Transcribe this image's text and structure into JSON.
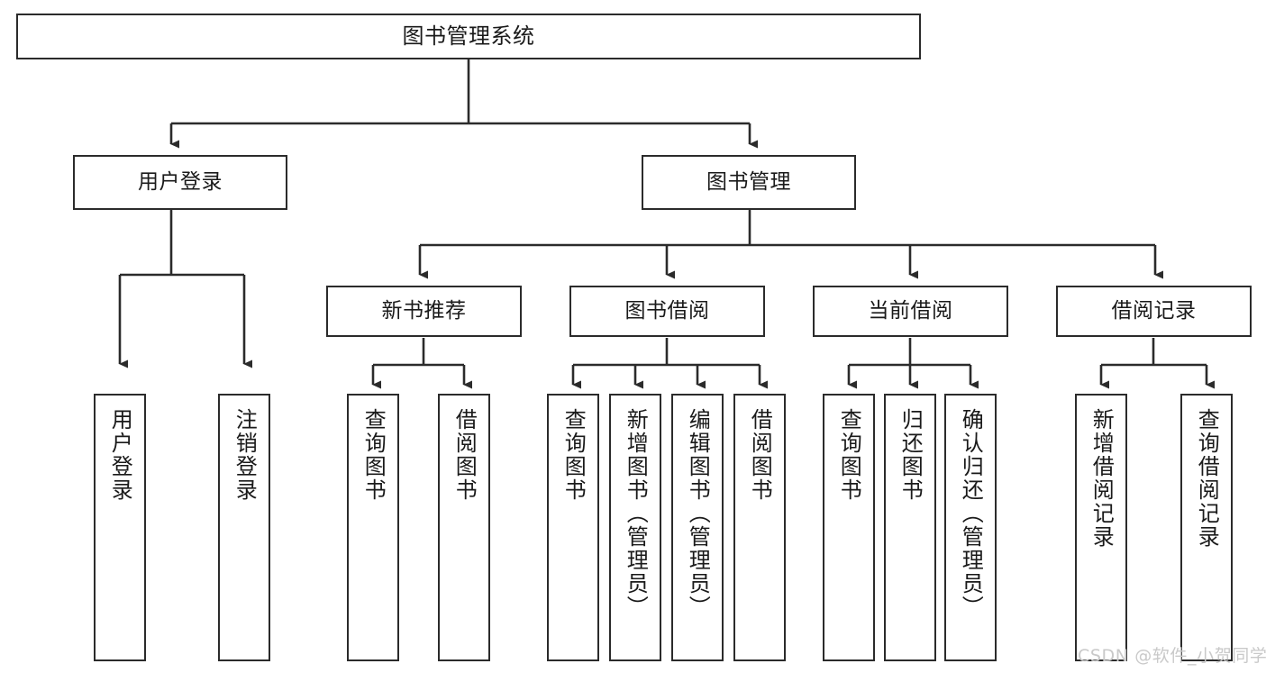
{
  "diagram": {
    "title": "图书管理系统",
    "watermark": "CSDN @软件_小贺同学",
    "style": {
      "stroke": "#2b2b2b",
      "fill": "#ffffff",
      "text": "#1a1a1a",
      "watermark_color": "#c9c9c9",
      "background": "#ffffff"
    },
    "nodes": {
      "root": {
        "label": "图书管理系统"
      },
      "level2": [
        {
          "label": "用户登录"
        },
        {
          "label": "图书管理"
        }
      ],
      "level3": [
        {
          "label": "新书推荐"
        },
        {
          "label": "图书借阅"
        },
        {
          "label": "当前借阅"
        },
        {
          "label": "借阅记录"
        }
      ],
      "leaves_user_login": [
        {
          "label": "用户登录"
        },
        {
          "label": "注销登录"
        }
      ],
      "leaves_new_book": [
        {
          "label": "查询图书"
        },
        {
          "label": "借阅图书"
        }
      ],
      "leaves_borrow": [
        {
          "label": "查询图书"
        },
        {
          "label": "新增图书（管理员）"
        },
        {
          "label": "编辑图书（管理员）"
        },
        {
          "label": "借阅图书"
        }
      ],
      "leaves_current": [
        {
          "label": "查询图书"
        },
        {
          "label": "归还图书"
        },
        {
          "label": "确认归还（管理员）"
        }
      ],
      "leaves_record": [
        {
          "label": "新增借阅记录"
        },
        {
          "label": "查询借阅记录"
        }
      ]
    }
  }
}
